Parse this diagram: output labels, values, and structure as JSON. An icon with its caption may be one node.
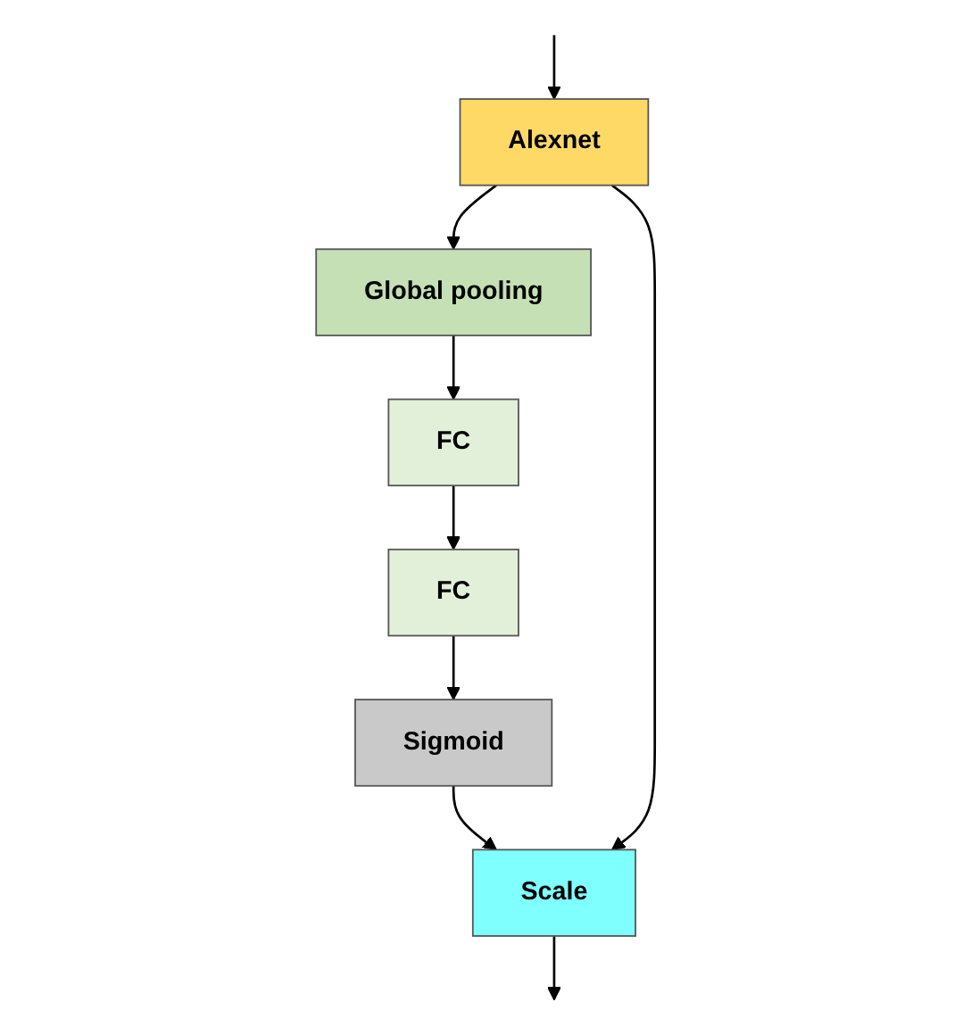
{
  "diagram": {
    "nodes": [
      {
        "text": [
          "Alexnet"
        ]
      },
      {
        "text": [
          "Global pooling"
        ]
      },
      {
        "text": [
          "FC"
        ]
      },
      {
        "text": [
          "FC"
        ]
      },
      {
        "text": [
          "Sigmoid"
        ]
      },
      {
        "text": [
          "Scale"
        ]
      }
    ],
    "edges": [
      {
        "from": null,
        "to": 0,
        "arrow": "to"
      },
      {
        "from": 0,
        "to": 1,
        "arrow": "to"
      },
      {
        "from": 1,
        "to": 2,
        "arrow": "to"
      },
      {
        "from": 2,
        "to": 3,
        "arrow": "to"
      },
      {
        "from": 3,
        "to": 4,
        "arrow": "to"
      },
      {
        "from": 4,
        "to": 5,
        "arrow": "to"
      },
      {
        "from": 0,
        "to": 5,
        "arrow": "to"
      },
      {
        "from": 5,
        "to": null,
        "arrow": "to"
      }
    ]
  }
}
